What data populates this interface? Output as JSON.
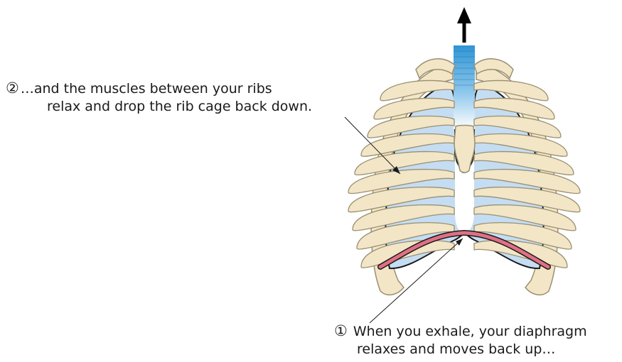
{
  "callouts": {
    "ribs": {
      "number": "②",
      "line1": "…and the muscles between your ribs",
      "line2": "relax and drop the rib cage back down."
    },
    "diaphragm": {
      "number": "①",
      "line1": "When you exhale, your diaphragm",
      "line2": "relaxes and moves back up…"
    }
  },
  "colors": {
    "bone": "#f2e6c6",
    "bone_outline": "#9a8f72",
    "lung": "#c4ddf2",
    "trachea": "#2f95d4",
    "diaphragm": "#e07084",
    "arrow": "#000000"
  },
  "icons": {
    "airflow": "up-arrow-icon"
  }
}
